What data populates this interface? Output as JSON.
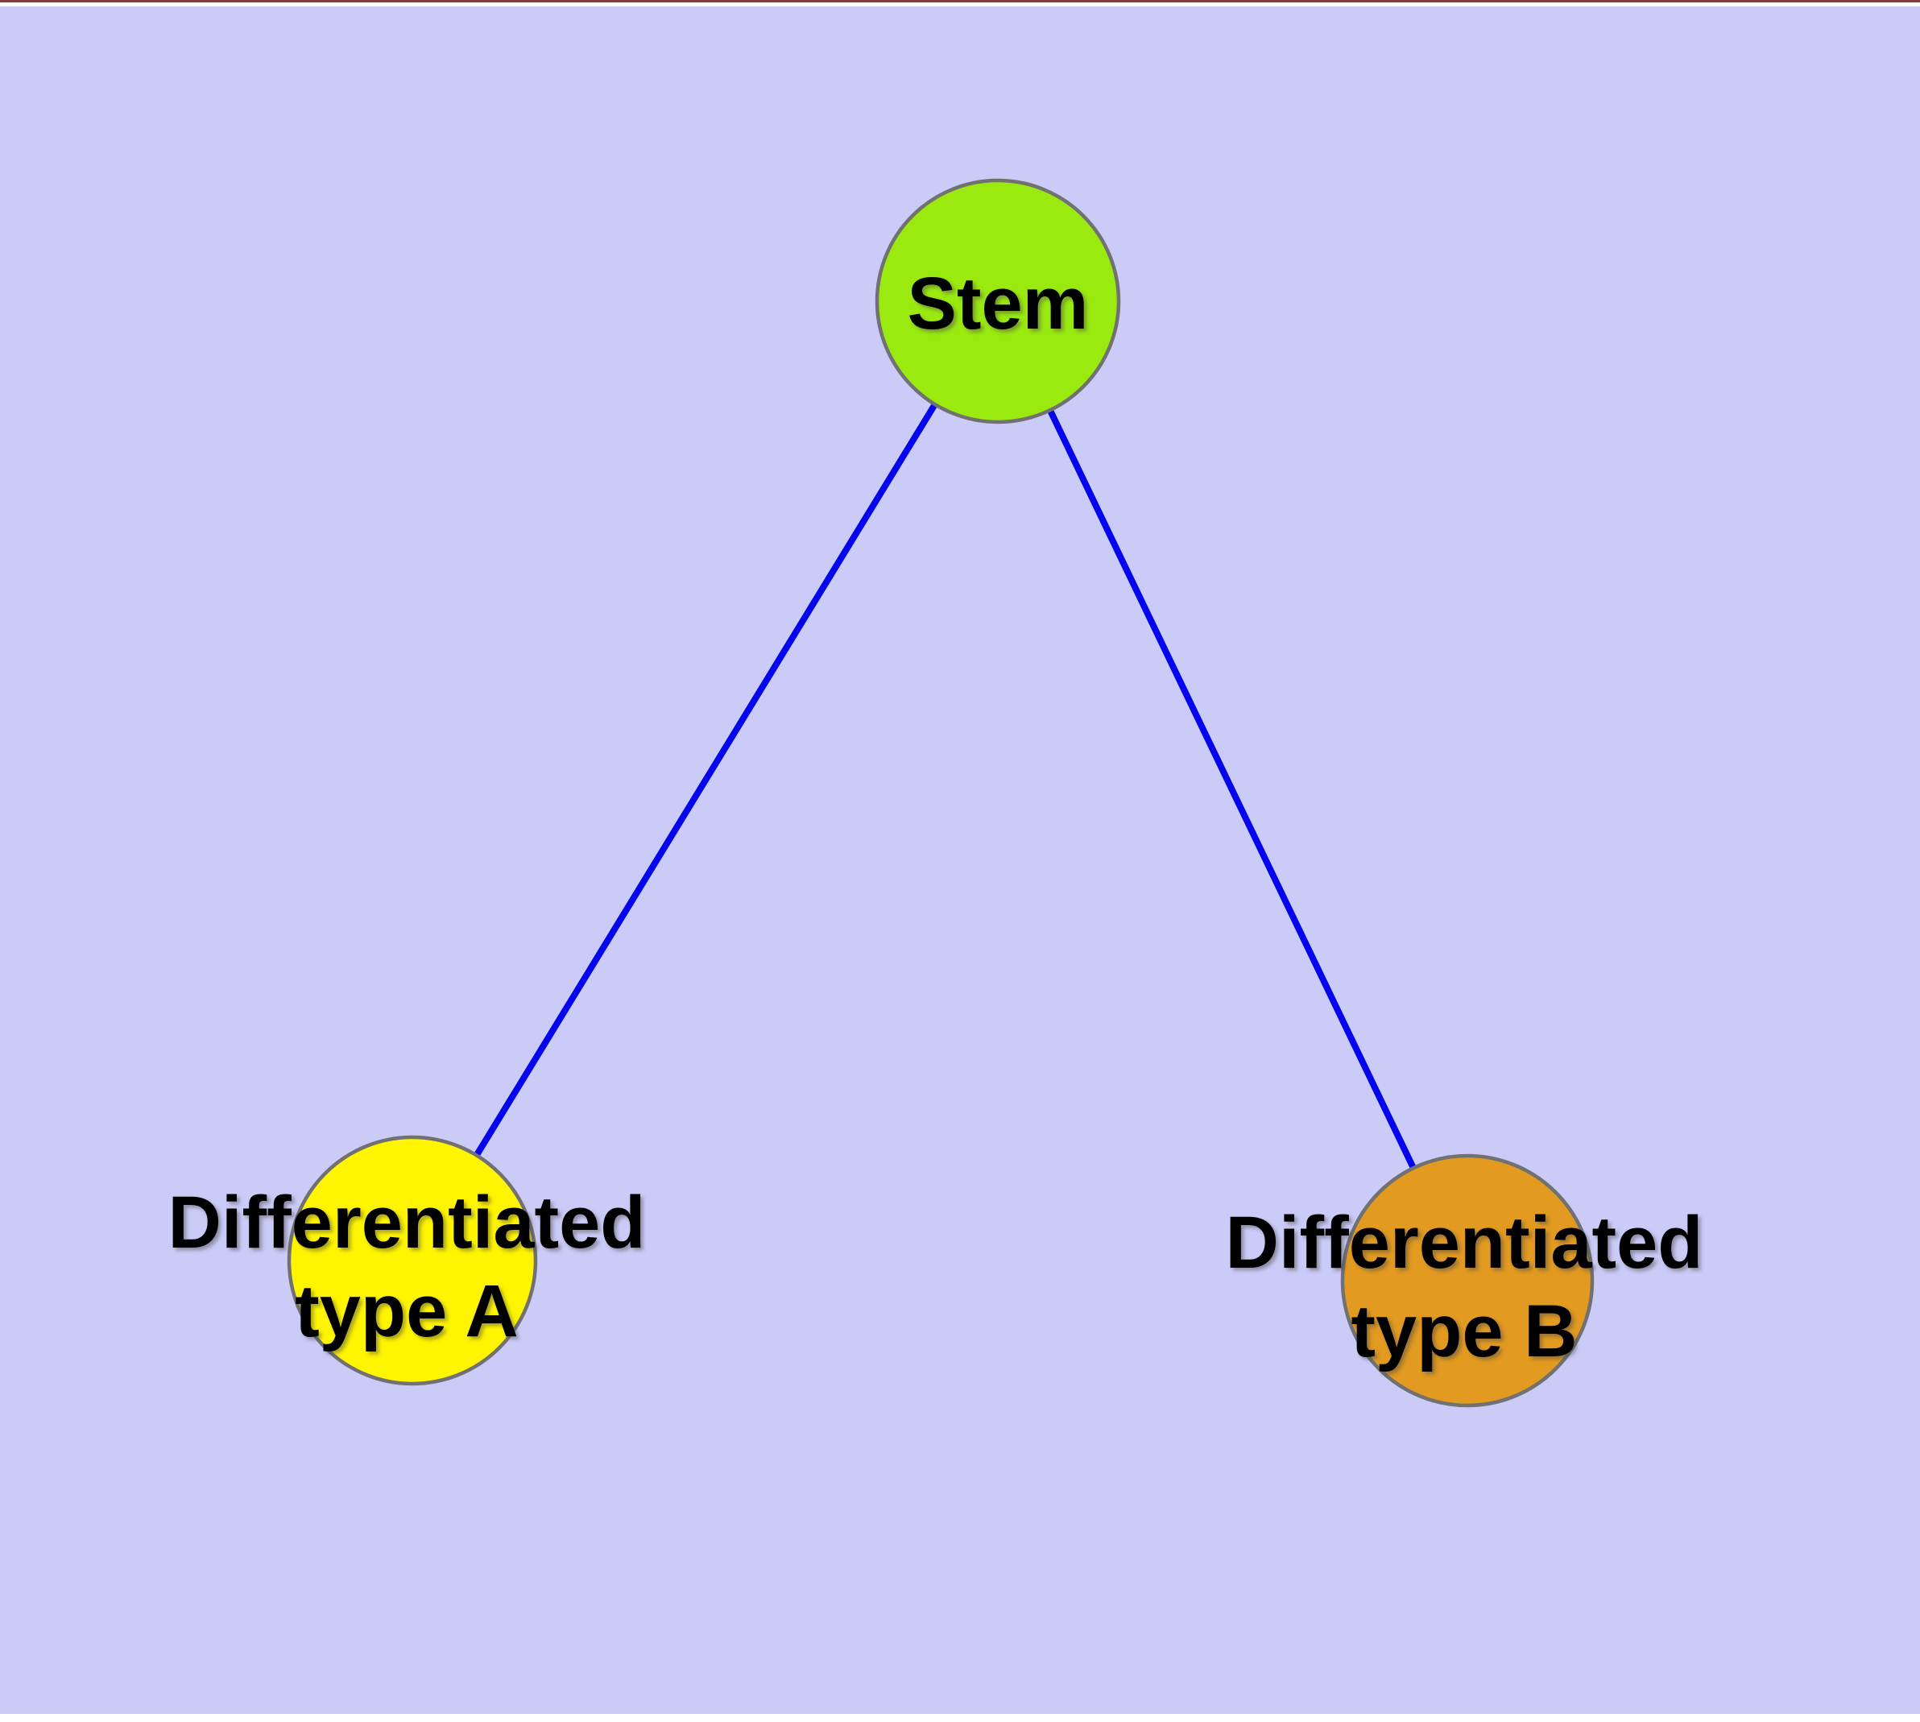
{
  "canvas": {
    "background_color": "#CBCBF8",
    "frame_color": "#FFFFFF",
    "top_border_color": "#804040"
  },
  "graph": {
    "edge_color": "#0404EE",
    "node_border_color": "#717171",
    "label_color": "#000000",
    "nodes": {
      "stem": {
        "label": "Stem",
        "fill_color": "#9AEA10"
      },
      "type_a": {
        "label_line1": "Differentiated",
        "label_line2": "type A",
        "fill_color": "#FFF500"
      },
      "type_b": {
        "label_line1": "Differentiated",
        "label_line2": "type B",
        "fill_color": "#E29A20"
      }
    },
    "edges": [
      {
        "name": "stem-to-type-a"
      },
      {
        "name": "stem-to-type-b"
      }
    ]
  }
}
